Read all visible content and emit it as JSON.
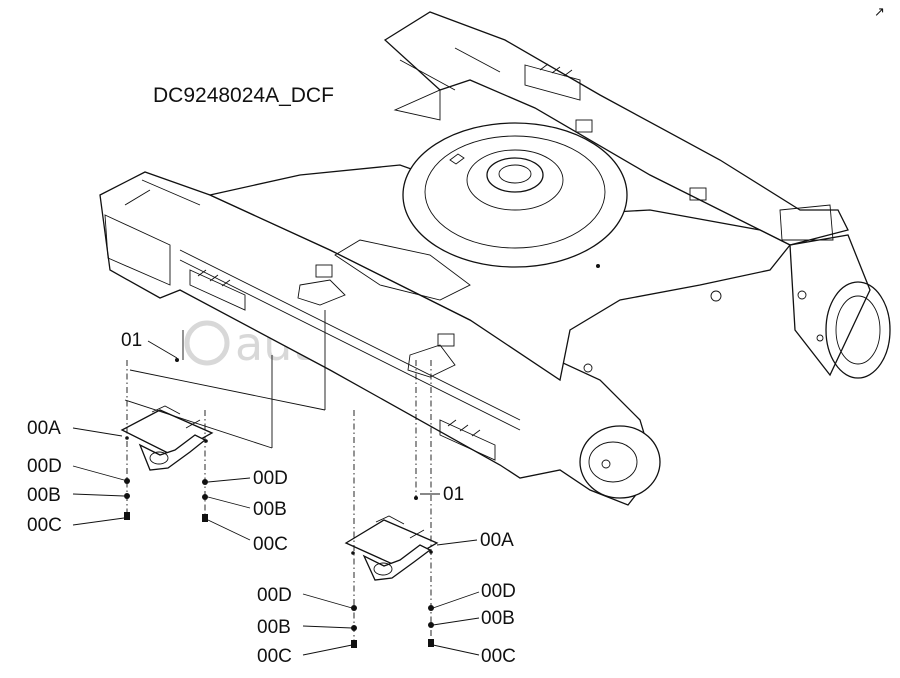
{
  "drawing_id": "DC9248024A_DCF",
  "watermark": "autopiter.ru",
  "corner_mark": "↗",
  "callouts": {
    "c01_upper": "01",
    "c01_lower": "01",
    "c00A_left": "00A",
    "c00D_left": "00D",
    "c00B_left": "00B",
    "c00C_left": "00C",
    "c00D_mid": "00D",
    "c00B_mid": "00B",
    "c00C_mid": "00C",
    "c00A_right": "00A",
    "c00D_bl": "00D",
    "c00B_bl": "00B",
    "c00C_bl": "00C",
    "c00D_br": "00D",
    "c00B_br": "00B",
    "c00C_br": "00C"
  },
  "colors": {
    "line": "#111111",
    "watermark": "#d8d8d8",
    "background": "#ffffff"
  }
}
